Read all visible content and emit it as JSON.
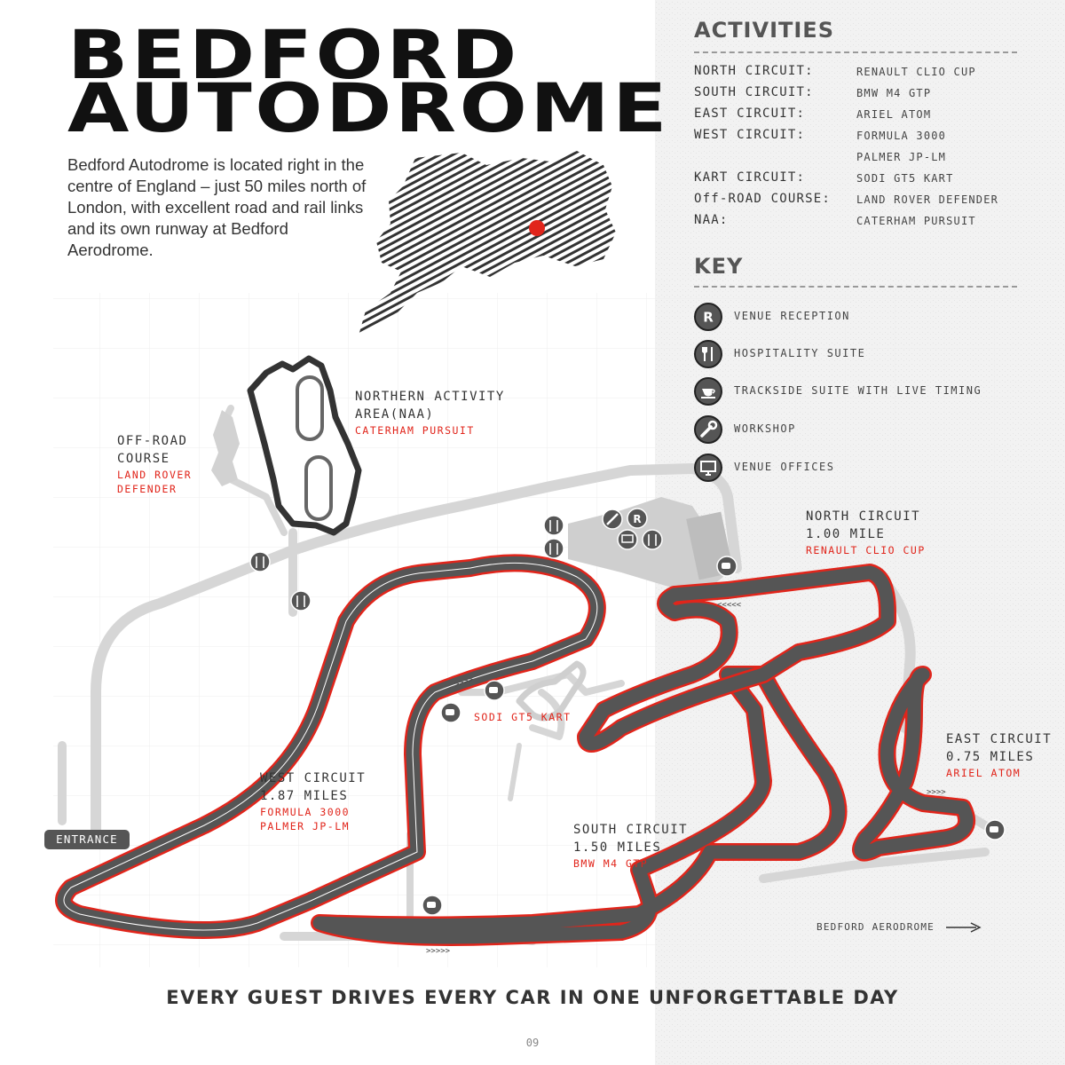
{
  "title": {
    "line1": "BEDFORD",
    "line2": "AUTODROME"
  },
  "intro": "Bedford Autodrome is located right in the centre of England – just 50 miles north of London, with excellent road and rail links and its own runway at Bedford Aerodrome.",
  "activities": {
    "heading": "ACTIVITIES",
    "rows": [
      {
        "circuit": "NORTH CIRCUIT:",
        "car": "RENAULT CLIO CUP"
      },
      {
        "circuit": "SOUTH CIRCUIT:",
        "car": "BMW M4 GTP"
      },
      {
        "circuit": "EAST CIRCUIT:",
        "car": "ARIEL ATOM"
      },
      {
        "circuit": "WEST CIRCUIT:",
        "car": "FORMULA 3000"
      },
      {
        "circuit": "",
        "car": "PALMER JP-LM"
      },
      {
        "circuit": "KART CIRCUIT:",
        "car": "SODI GT5 KART"
      },
      {
        "circuit": "Off-ROAD COURSE:",
        "car": "LAND ROVER DEFENDER"
      },
      {
        "circuit": "NAA:",
        "car": "CATERHAM PURSUIT"
      }
    ]
  },
  "key": {
    "heading": "KEY",
    "items": [
      {
        "icon": "reception-icon",
        "label": "VENUE RECEPTION"
      },
      {
        "icon": "cutlery-icon",
        "label": "HOSPITALITY SUITE"
      },
      {
        "icon": "coffee-cup-icon",
        "label": "TRACKSIDE SUITE WITH LIVE TIMING"
      },
      {
        "icon": "wrench-icon",
        "label": "WORKSHOP"
      },
      {
        "icon": "monitor-icon",
        "label": "VENUE OFFICES"
      }
    ]
  },
  "map_labels": {
    "naa": {
      "line1": "NORTHERN ACTIVITY",
      "line2": "AREA(NAA)",
      "car": "CATERHAM PURSUIT"
    },
    "offroad": {
      "line1": "OFF-ROAD",
      "line2": "COURSE",
      "car1": "LAND ROVER",
      "car2": "DEFENDER"
    },
    "north": {
      "name": "NORTH CIRCUIT",
      "length": "1.00 MILE",
      "car": "RENAULT CLIO CUP"
    },
    "west": {
      "name": "WEST CIRCUIT",
      "length": "1.87 MILES",
      "car1": "FORMULA 3000",
      "car2": "PALMER JP-LM"
    },
    "south": {
      "name": "SOUTH CIRCUIT",
      "length": "1.50 MILES",
      "car": "BMW M4 GTP"
    },
    "east": {
      "name": "EAST CIRCUIT",
      "length": "0.75 MILES",
      "car": "ARIEL ATOM"
    },
    "kart": {
      "car": "SODI GT5 KART"
    },
    "entrance": "ENTRANCE",
    "aerodrome": "BEDFORD AERODROME"
  },
  "reception_letter": "R",
  "tagline": "EVERY GUEST DRIVES EVERY CAR IN ONE UNFORGETTABLE DAY",
  "page_number": "09",
  "colors": {
    "accent": "#e1251b",
    "track": "#555555",
    "road": "#d6d6d6",
    "text": "#333333"
  }
}
